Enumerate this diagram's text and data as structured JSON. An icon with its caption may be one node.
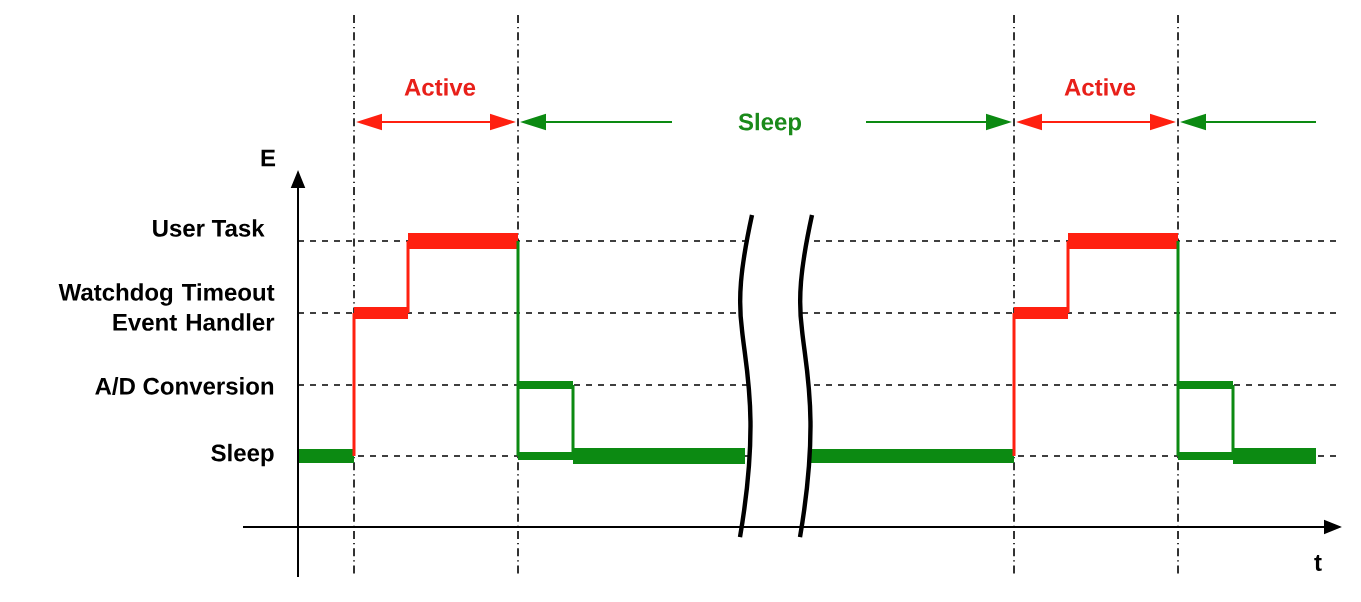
{
  "diagram": {
    "labels": [
      "Active",
      "Active",
      "Sleep",
      "E",
      "User Task",
      "Watchdog Timeout Event Handler",
      "A/D Conversion",
      "Sleep",
      "t"
    ]
  }
}
